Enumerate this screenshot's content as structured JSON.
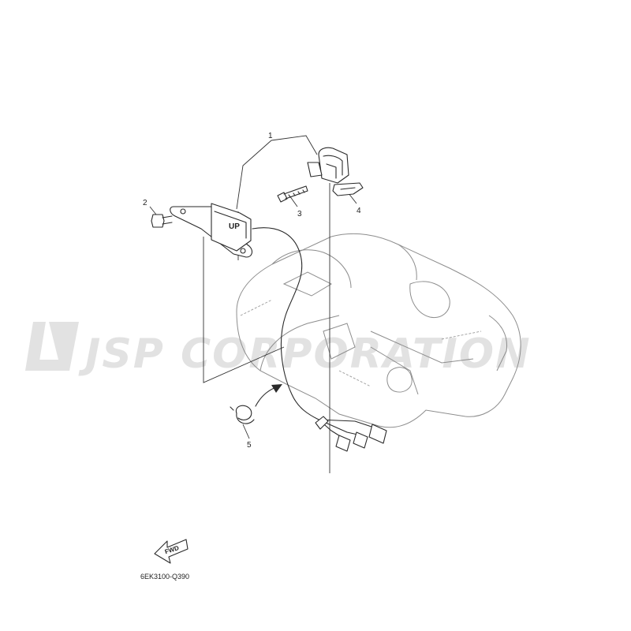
{
  "watermark": {
    "text": "JSP CORPORATION",
    "color": "#e2e2e2"
  },
  "callouts": [
    {
      "id": "1",
      "label": "1"
    },
    {
      "id": "2",
      "label": "2"
    },
    {
      "id": "3",
      "label": "3"
    },
    {
      "id": "4",
      "label": "4"
    },
    {
      "id": "5",
      "label": "5"
    }
  ],
  "bracket_marking": "UP",
  "direction_arrow": {
    "label": "FWD"
  },
  "diagram_code": "6EK3100-Q390",
  "colors": {
    "line": "#2a2a2a",
    "ghost": "#9a9a9a"
  }
}
